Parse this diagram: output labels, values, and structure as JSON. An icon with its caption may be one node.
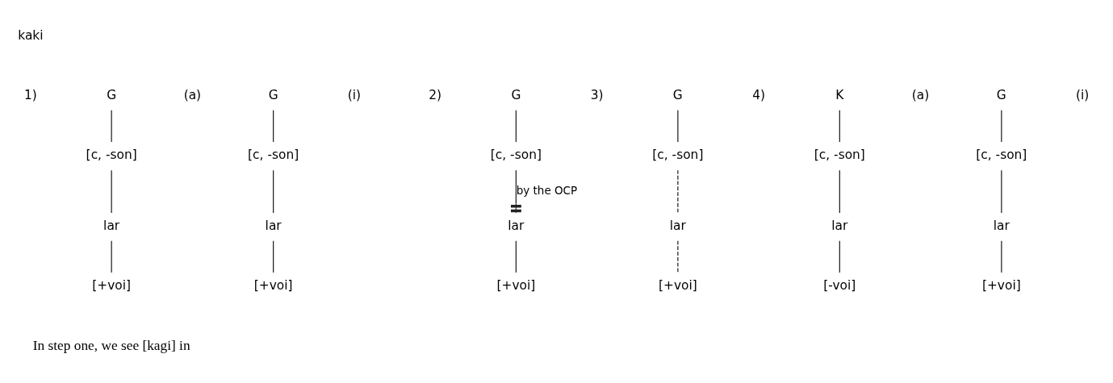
{
  "diagram": {
    "nodes": [
      {
        "text": [
          "G"
        ]
      },
      {
        "text": [
          "[c, -son]"
        ]
      },
      {
        "text": [
          "lar"
        ]
      },
      {
        "text": [
          "[+voi]"
        ]
      },
      {
        "text": [
          "G"
        ]
      },
      {
        "text": [
          "[c, -son]"
        ]
      },
      {
        "text": [
          "lar"
        ]
      },
      {
        "text": [
          "[+voi]"
        ]
      },
      {
        "text": [
          "G"
        ]
      },
      {
        "text": [
          "[c, -son]"
        ]
      },
      {
        "text": [
          "lar"
        ]
      },
      {
        "text": [
          "[+voi]"
        ]
      },
      {
        "text": [
          "G"
        ]
      },
      {
        "text": [
          "[c, -son]"
        ]
      },
      {
        "text": [
          "lar"
        ]
      },
      {
        "text": [
          "[+voi]"
        ]
      },
      {
        "text": [
          "K"
        ]
      },
      {
        "text": [
          "[c, -son]"
        ]
      },
      {
        "text": [
          "lar"
        ]
      },
      {
        "text": [
          "[-voi]"
        ]
      },
      {
        "text": [
          "G"
        ]
      },
      {
        "text": [
          "[c, -son]"
        ]
      },
      {
        "text": [
          "lar"
        ]
      },
      {
        "text": [
          "[+voi]"
        ]
      }
    ],
    "edges": [
      {
        "from": 0,
        "to": 1,
        "arrow": "none"
      },
      {
        "from": 1,
        "to": 2,
        "arrow": "none"
      },
      {
        "from": 2,
        "to": 3,
        "arrow": "none"
      },
      {
        "from": 4,
        "to": 5,
        "arrow": "none"
      },
      {
        "from": 5,
        "to": 6,
        "arrow": "none"
      },
      {
        "from": 6,
        "to": 7,
        "arrow": "none"
      },
      {
        "from": 8,
        "to": 9,
        "arrow": "none"
      },
      {
        "from": 9,
        "to": 10,
        "arrow": "other",
        "label": "by the OCP"
      },
      {
        "from": 10,
        "to": 11,
        "arrow": "none"
      },
      {
        "from": 12,
        "to": 13,
        "arrow": "none"
      },
      {
        "from": 13,
        "to": 14,
        "arrow": "none",
        "style": "dashed"
      },
      {
        "from": 14,
        "to": 15,
        "arrow": "none",
        "style": "dashed"
      },
      {
        "from": 16,
        "to": 17,
        "arrow": "none"
      },
      {
        "from": 17,
        "to": 18,
        "arrow": "none"
      },
      {
        "from": 18,
        "to": 19,
        "arrow": "none"
      },
      {
        "from": 20,
        "to": 21,
        "arrow": "none"
      },
      {
        "from": 21,
        "to": 22,
        "arrow": "none"
      },
      {
        "from": 22,
        "to": 23,
        "arrow": "none"
      }
    ],
    "labels": [
      "kaki",
      "1)",
      "(a)",
      "(i)",
      "2)",
      "3)",
      "4)",
      "(a)",
      "(i)",
      "In step one, we see [kagi] in"
    ]
  }
}
